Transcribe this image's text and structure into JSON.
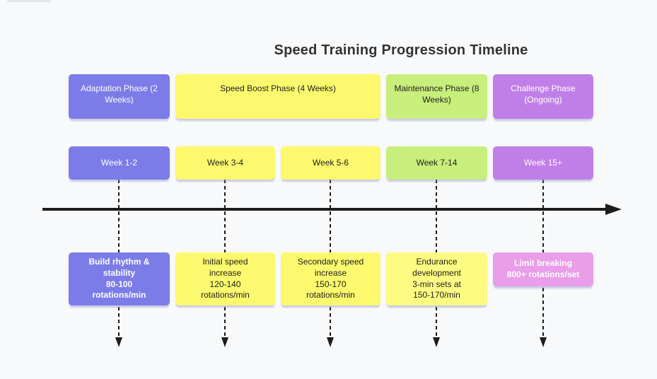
{
  "title": "Speed Training Progression Timeline",
  "phases": [
    {
      "label": "Adaptation Phase (2 Weeks)"
    },
    {
      "label": "Speed Boost Phase (4 Weeks)"
    },
    {
      "label": "Maintenance Phase (8 Weeks)"
    },
    {
      "label": "Challenge Phase (Ongoing)"
    }
  ],
  "weeks": [
    {
      "label": "Week 1-2"
    },
    {
      "label": "Week 3-4"
    },
    {
      "label": "Week 5-6"
    },
    {
      "label": "Week 7-14"
    },
    {
      "label": "Week 15+"
    }
  ],
  "events": [
    {
      "text": "Build rhythm &\nstability\n80-100\nrotations/min"
    },
    {
      "text": "Initial speed\nincrease\n120-140\nrotations/min"
    },
    {
      "text": "Secondary speed\nincrease\n150-170\nrotations/min"
    },
    {
      "text": "Endurance\ndevelopment\n3-min sets at\n150-170/min"
    },
    {
      "text": "Limit breaking\n800+ rotations/set"
    }
  ],
  "colors": {
    "purple": "#7b7ce8",
    "yellow": "#fcf96e",
    "yellow_light": "#fdfb82",
    "green": "#c8ee7b",
    "violet": "#c07fe8",
    "pink": "#ea9de8",
    "timeline": "#1c1c1c",
    "background": "#f8f9fb",
    "title_text": "#333333"
  }
}
